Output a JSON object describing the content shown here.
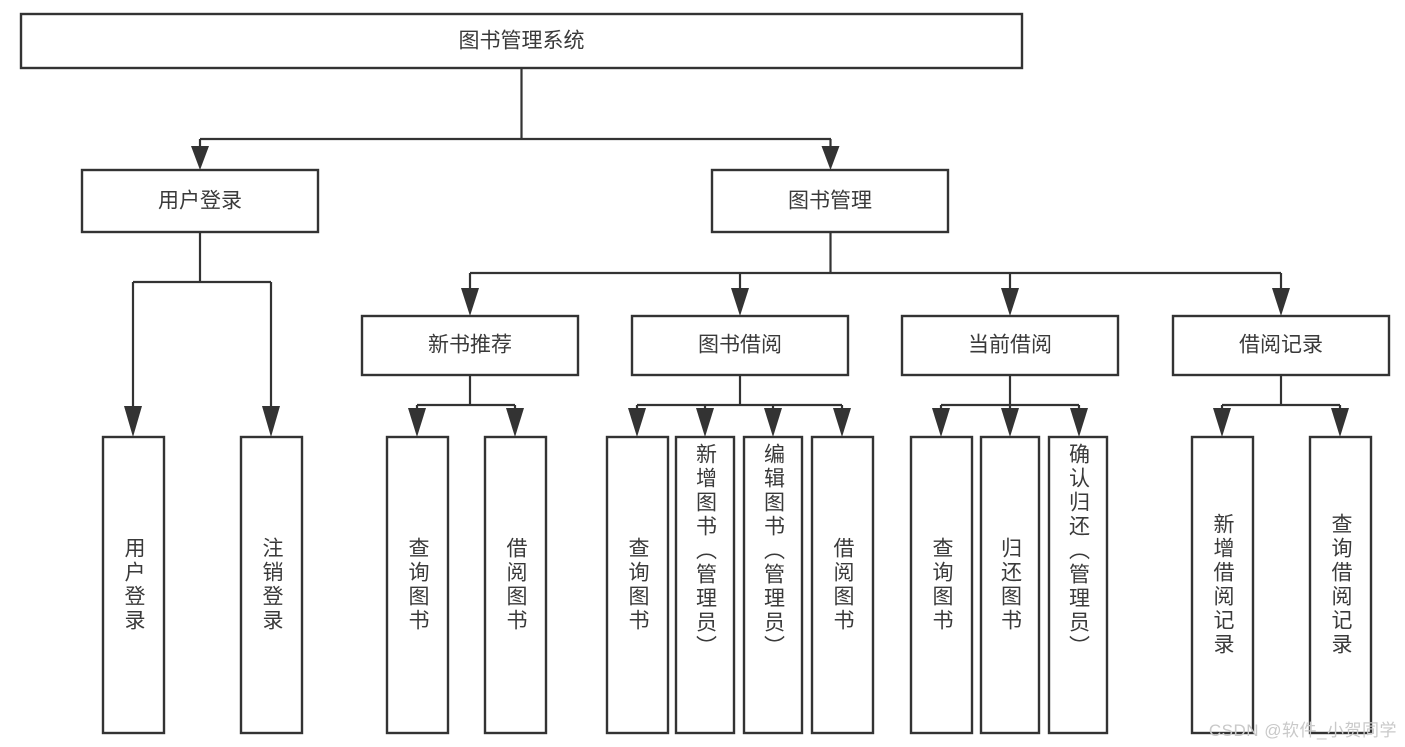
{
  "diagram": {
    "type": "tree-hierarchy",
    "title": "图书管理系统",
    "orientation": "top-down",
    "colors": {
      "box_stroke": "#333333",
      "box_fill": "#ffffff",
      "text": "#3a3a3a",
      "connector": "#333333",
      "watermark": "#c9c9c9",
      "background": "#ffffff"
    },
    "levels": {
      "root": {
        "label": "图书管理系统"
      },
      "level2": [
        {
          "label": "用户登录"
        },
        {
          "label": "图书管理"
        }
      ],
      "level3": [
        {
          "label": "新书推荐"
        },
        {
          "label": "图书借阅"
        },
        {
          "label": "当前借阅"
        },
        {
          "label": "借阅记录"
        }
      ],
      "leaves": {
        "user_login": [
          {
            "label": "用户登录"
          },
          {
            "label": "注销登录"
          }
        ],
        "new_book_recommend": [
          {
            "label": "查询图书"
          },
          {
            "label": "借阅图书"
          }
        ],
        "book_borrow": [
          {
            "label": "查询图书"
          },
          {
            "label": "新增图书（管理员）"
          },
          {
            "label": "编辑图书（管理员）"
          },
          {
            "label": "借阅图书"
          }
        ],
        "current_borrow": [
          {
            "label": "查询图书"
          },
          {
            "label": "归还图书"
          },
          {
            "label": "确认归还（管理员）"
          }
        ],
        "borrow_record": [
          {
            "label": "新增借阅记录"
          },
          {
            "label": "查询借阅记录"
          }
        ]
      }
    },
    "watermark": "CSDN @软件_小贺同学"
  }
}
